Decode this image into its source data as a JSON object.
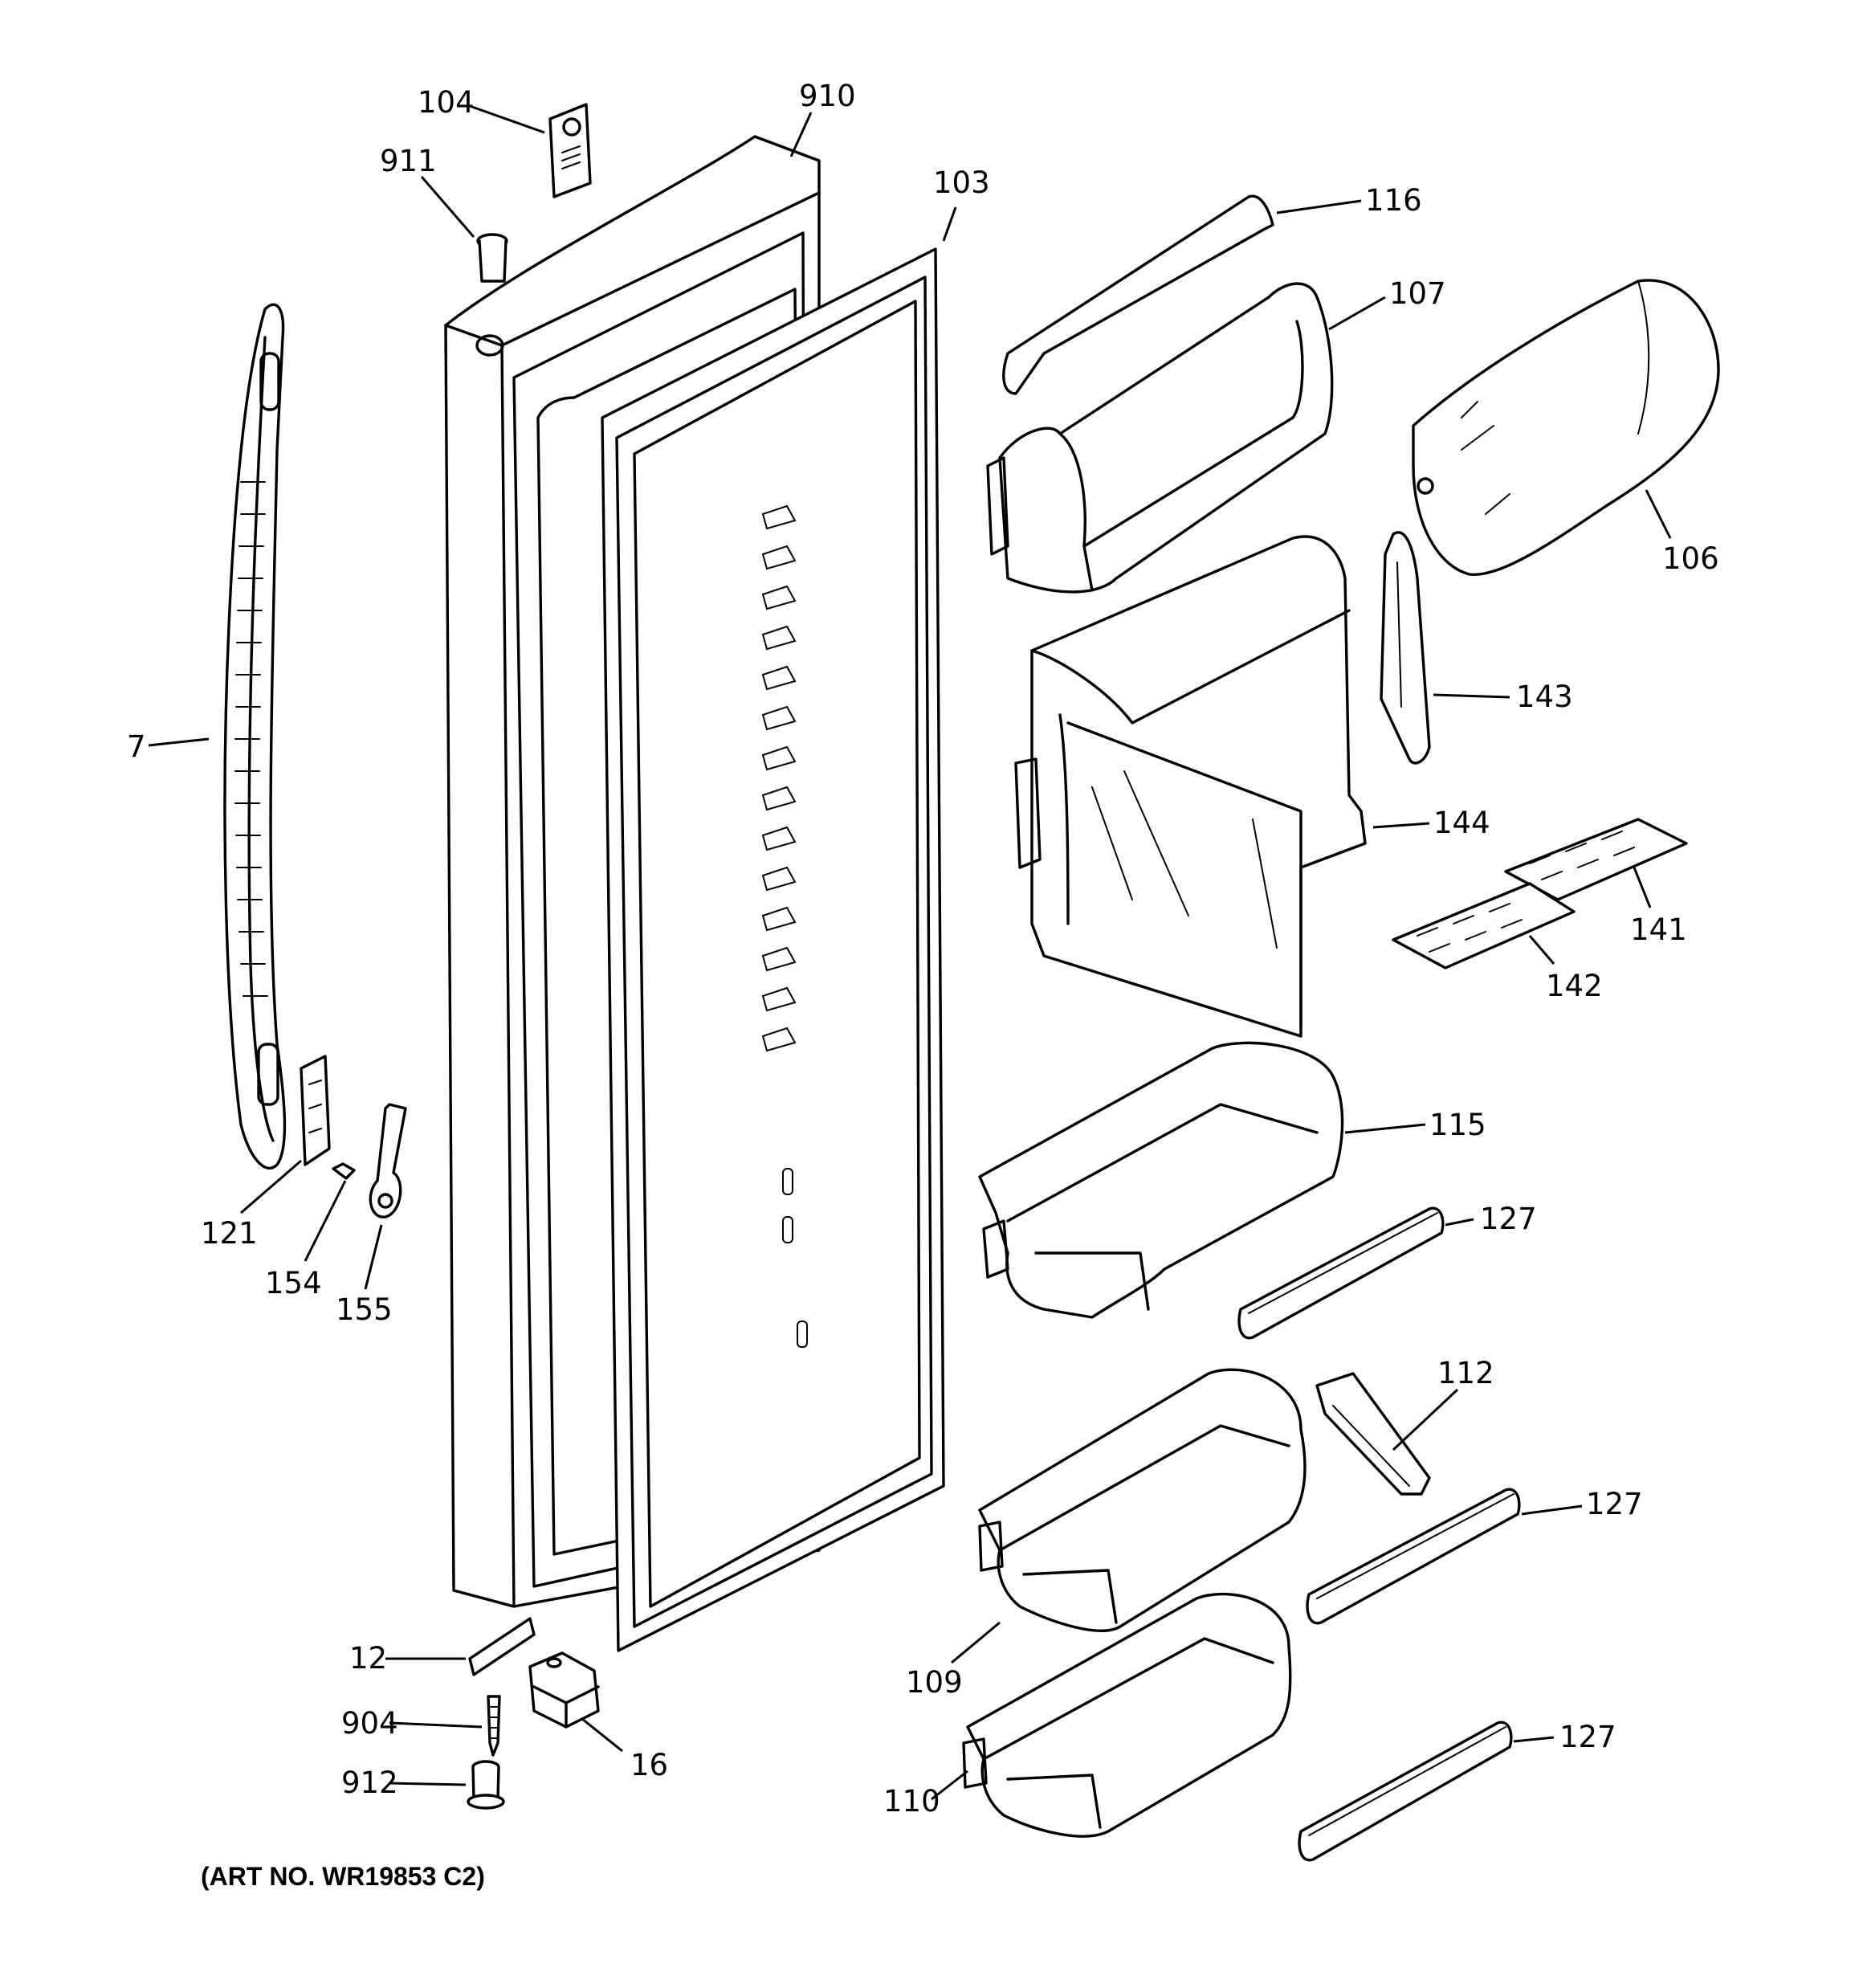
{
  "art_number": "(ART NO. WR19853 C2)",
  "callouts": [
    {
      "id": "c104",
      "label": "104"
    },
    {
      "id": "c910",
      "label": "910"
    },
    {
      "id": "c911",
      "label": "911"
    },
    {
      "id": "c103",
      "label": "103"
    },
    {
      "id": "c116",
      "label": "116"
    },
    {
      "id": "c107",
      "label": "107"
    },
    {
      "id": "c106",
      "label": "106"
    },
    {
      "id": "c143",
      "label": "143"
    },
    {
      "id": "c144",
      "label": "144"
    },
    {
      "id": "c141",
      "label": "141"
    },
    {
      "id": "c142",
      "label": "142"
    },
    {
      "id": "c7",
      "label": "7"
    },
    {
      "id": "c115",
      "label": "115"
    },
    {
      "id": "c127a",
      "label": "127"
    },
    {
      "id": "c121",
      "label": "121"
    },
    {
      "id": "c154",
      "label": "154"
    },
    {
      "id": "c155",
      "label": "155"
    },
    {
      "id": "c112",
      "label": "112"
    },
    {
      "id": "c127b",
      "label": "127"
    },
    {
      "id": "c12",
      "label": "12"
    },
    {
      "id": "c109",
      "label": "109"
    },
    {
      "id": "c904",
      "label": "904"
    },
    {
      "id": "c16",
      "label": "16"
    },
    {
      "id": "c127c",
      "label": "127"
    },
    {
      "id": "c912",
      "label": "912"
    },
    {
      "id": "c110",
      "label": "110"
    }
  ]
}
